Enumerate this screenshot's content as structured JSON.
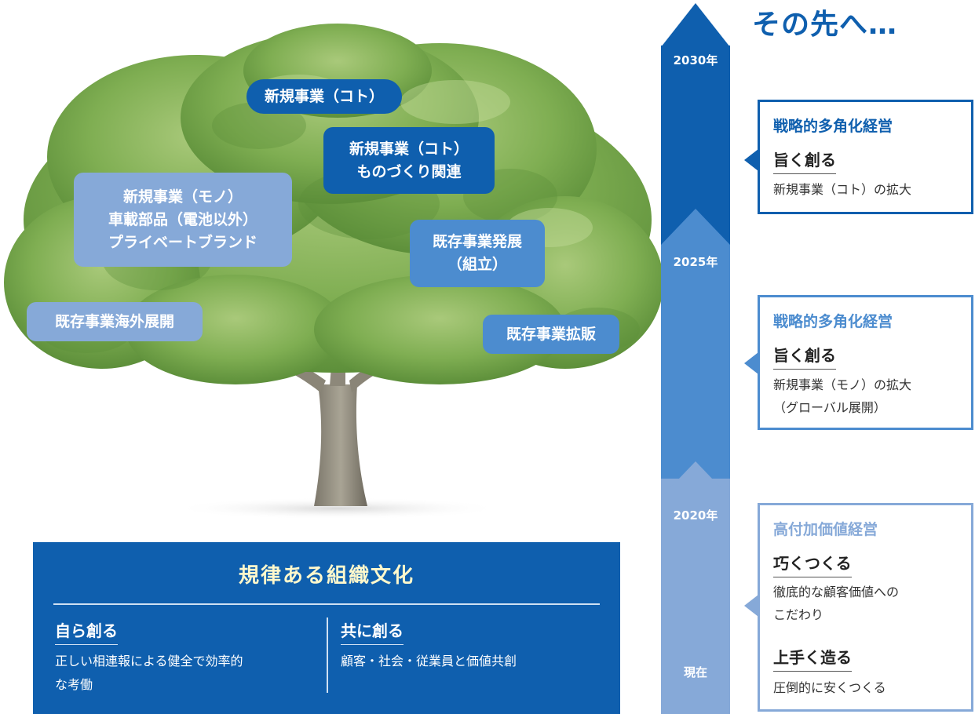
{
  "tree_labels": {
    "b1": [
      "新規事業（コト）"
    ],
    "b2": [
      "新規事業（コト）",
      "ものづくり関連"
    ],
    "b3": [
      "新規事業（モノ）",
      "車載部品（電池以外）",
      "プライベートブランド"
    ],
    "b4": [
      "既存事業発展",
      "（組立）"
    ],
    "b5": [
      "既存事業海外展開"
    ],
    "b6": [
      "既存事業拡販"
    ]
  },
  "timeline": {
    "headline": "その先へ…",
    "years": [
      "2030年",
      "2025年",
      "2020年"
    ],
    "current": "現在"
  },
  "stages": [
    {
      "title": "戦略的多角化経営",
      "sub": "旨く創る",
      "lines": [
        "新規事業（コト）の拡大"
      ],
      "color": "#0f5fae"
    },
    {
      "title": "戦略的多角化経営",
      "sub": "旨く創る",
      "lines": [
        "新規事業（モノ）の拡大",
        "（グローバル展開）"
      ],
      "color": "#4c8ccf"
    },
    {
      "title": "高付加価値経営",
      "sub": "巧くつくる",
      "lines": [
        "徹底的な顧客価値への",
        "こだわり"
      ],
      "sub2": "上手く造る",
      "lines2": [
        "圧倒的に安くつくる"
      ],
      "color": "#86a9d8"
    }
  ],
  "culture": {
    "title": "規律ある組織文化",
    "left_head": "自ら創る",
    "left_text": [
      "正しい相連報による健全で効率的",
      "な考働"
    ],
    "right_head": "共に創る",
    "right_text": [
      "顧客・社会・従業員と価値共創"
    ]
  }
}
